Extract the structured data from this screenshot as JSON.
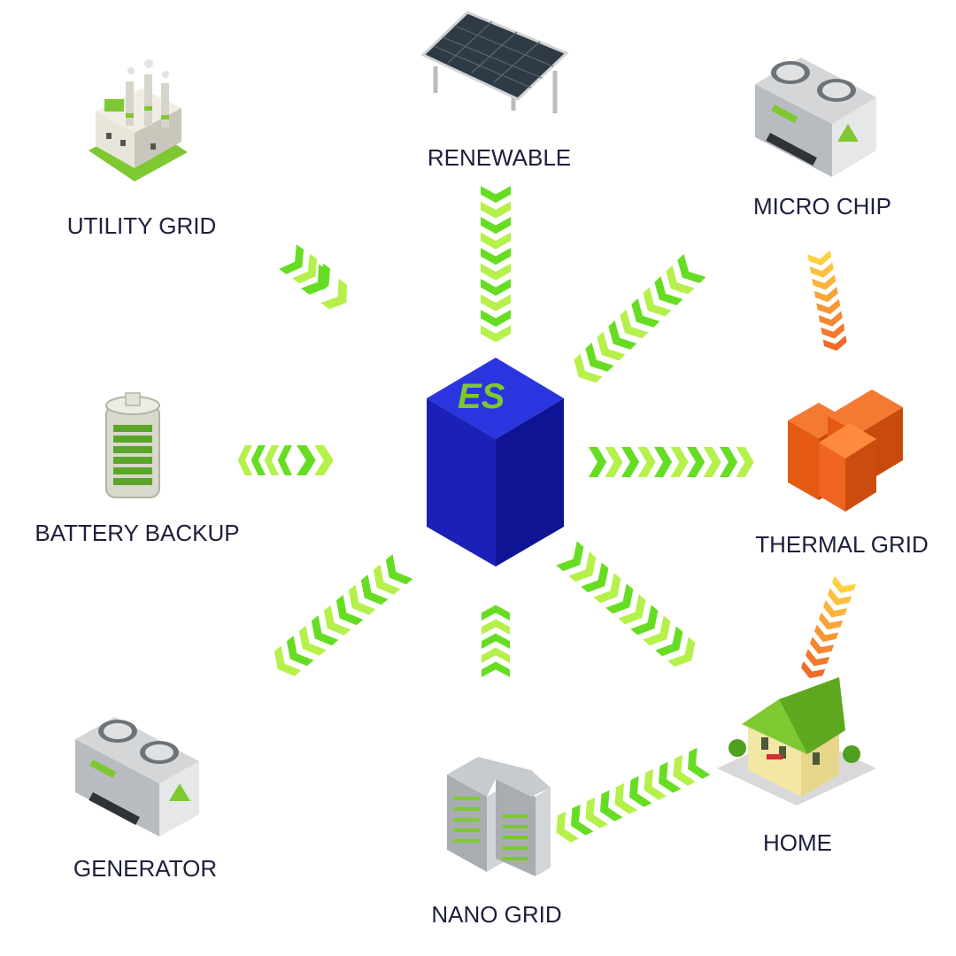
{
  "center": {
    "logo_text": "ES",
    "colors": {
      "front": "#1a1fb5",
      "side": "#0f1396",
      "top": "#2a35e0",
      "logo_green": "#7ec832",
      "logo_white": "#ffffff"
    }
  },
  "nodes": {
    "renewable": {
      "label": "RENEWABLE",
      "icon": "solar-panel-icon"
    },
    "utility_grid": {
      "label": "UTILITY GRID",
      "icon": "power-plant-icon"
    },
    "micro_chip": {
      "label": "MICRO CHIP",
      "icon": "cooling-unit-icon"
    },
    "battery_backup": {
      "label": "BATTERY BACKUP",
      "icon": "battery-icon"
    },
    "thermal_grid": {
      "label": "THERMAL GRID",
      "icon": "thermal-blocks-icon"
    },
    "generator": {
      "label": "GENERATOR",
      "icon": "generator-icon"
    },
    "nano_grid": {
      "label": "NANO GRID",
      "icon": "data-center-icon"
    },
    "home": {
      "label": "HOME",
      "icon": "house-icon"
    }
  },
  "flow_colors": {
    "electric": "#66dd22",
    "electric_light": "#b6f04a",
    "thermal": "#f06a2a",
    "thermal_light": "#ffd040"
  }
}
